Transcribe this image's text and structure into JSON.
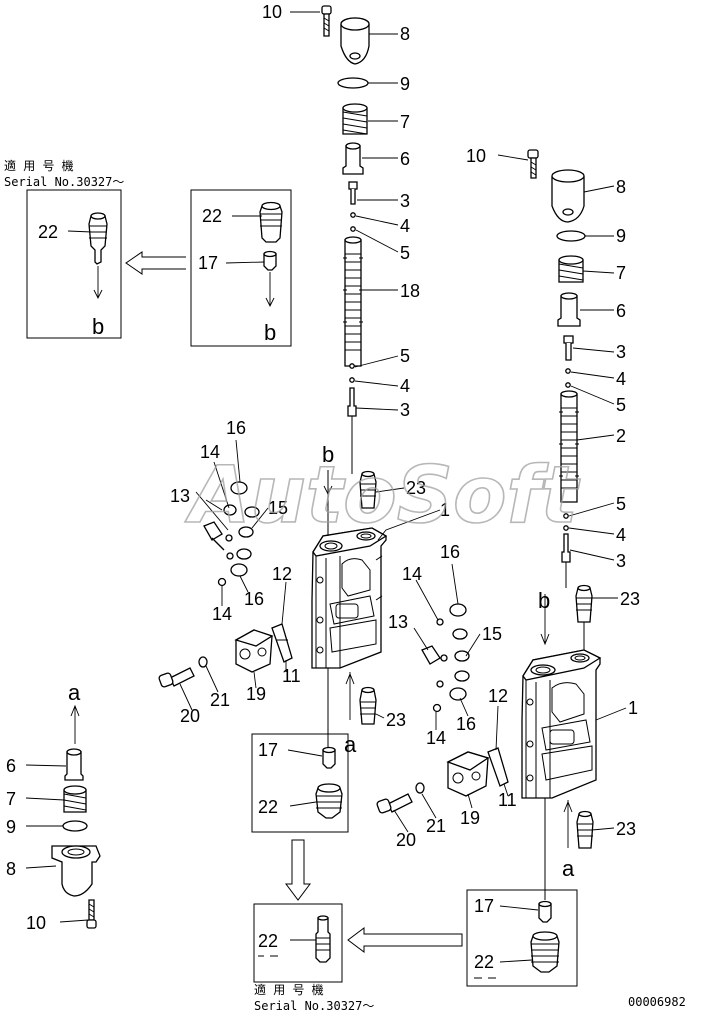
{
  "watermark": "AutoSoft",
  "doc_number": "00006982",
  "serial_note": {
    "kanji": "適 用 号 機",
    "serial": "Serial No.30327～"
  },
  "labels": {
    "p1": "1",
    "p2": "2",
    "p3": "3",
    "p4": "4",
    "p5": "5",
    "p6": "6",
    "p7": "7",
    "p8": "8",
    "p9": "9",
    "p10": "10",
    "p11": "11",
    "p12": "12",
    "p13": "13",
    "p14": "14",
    "p15": "15",
    "p16": "16",
    "p17": "17",
    "p18": "18",
    "p19": "19",
    "p20": "20",
    "p21": "21",
    "p22": "22",
    "p23": "23"
  },
  "port_letters": {
    "a": "a",
    "b": "b"
  }
}
